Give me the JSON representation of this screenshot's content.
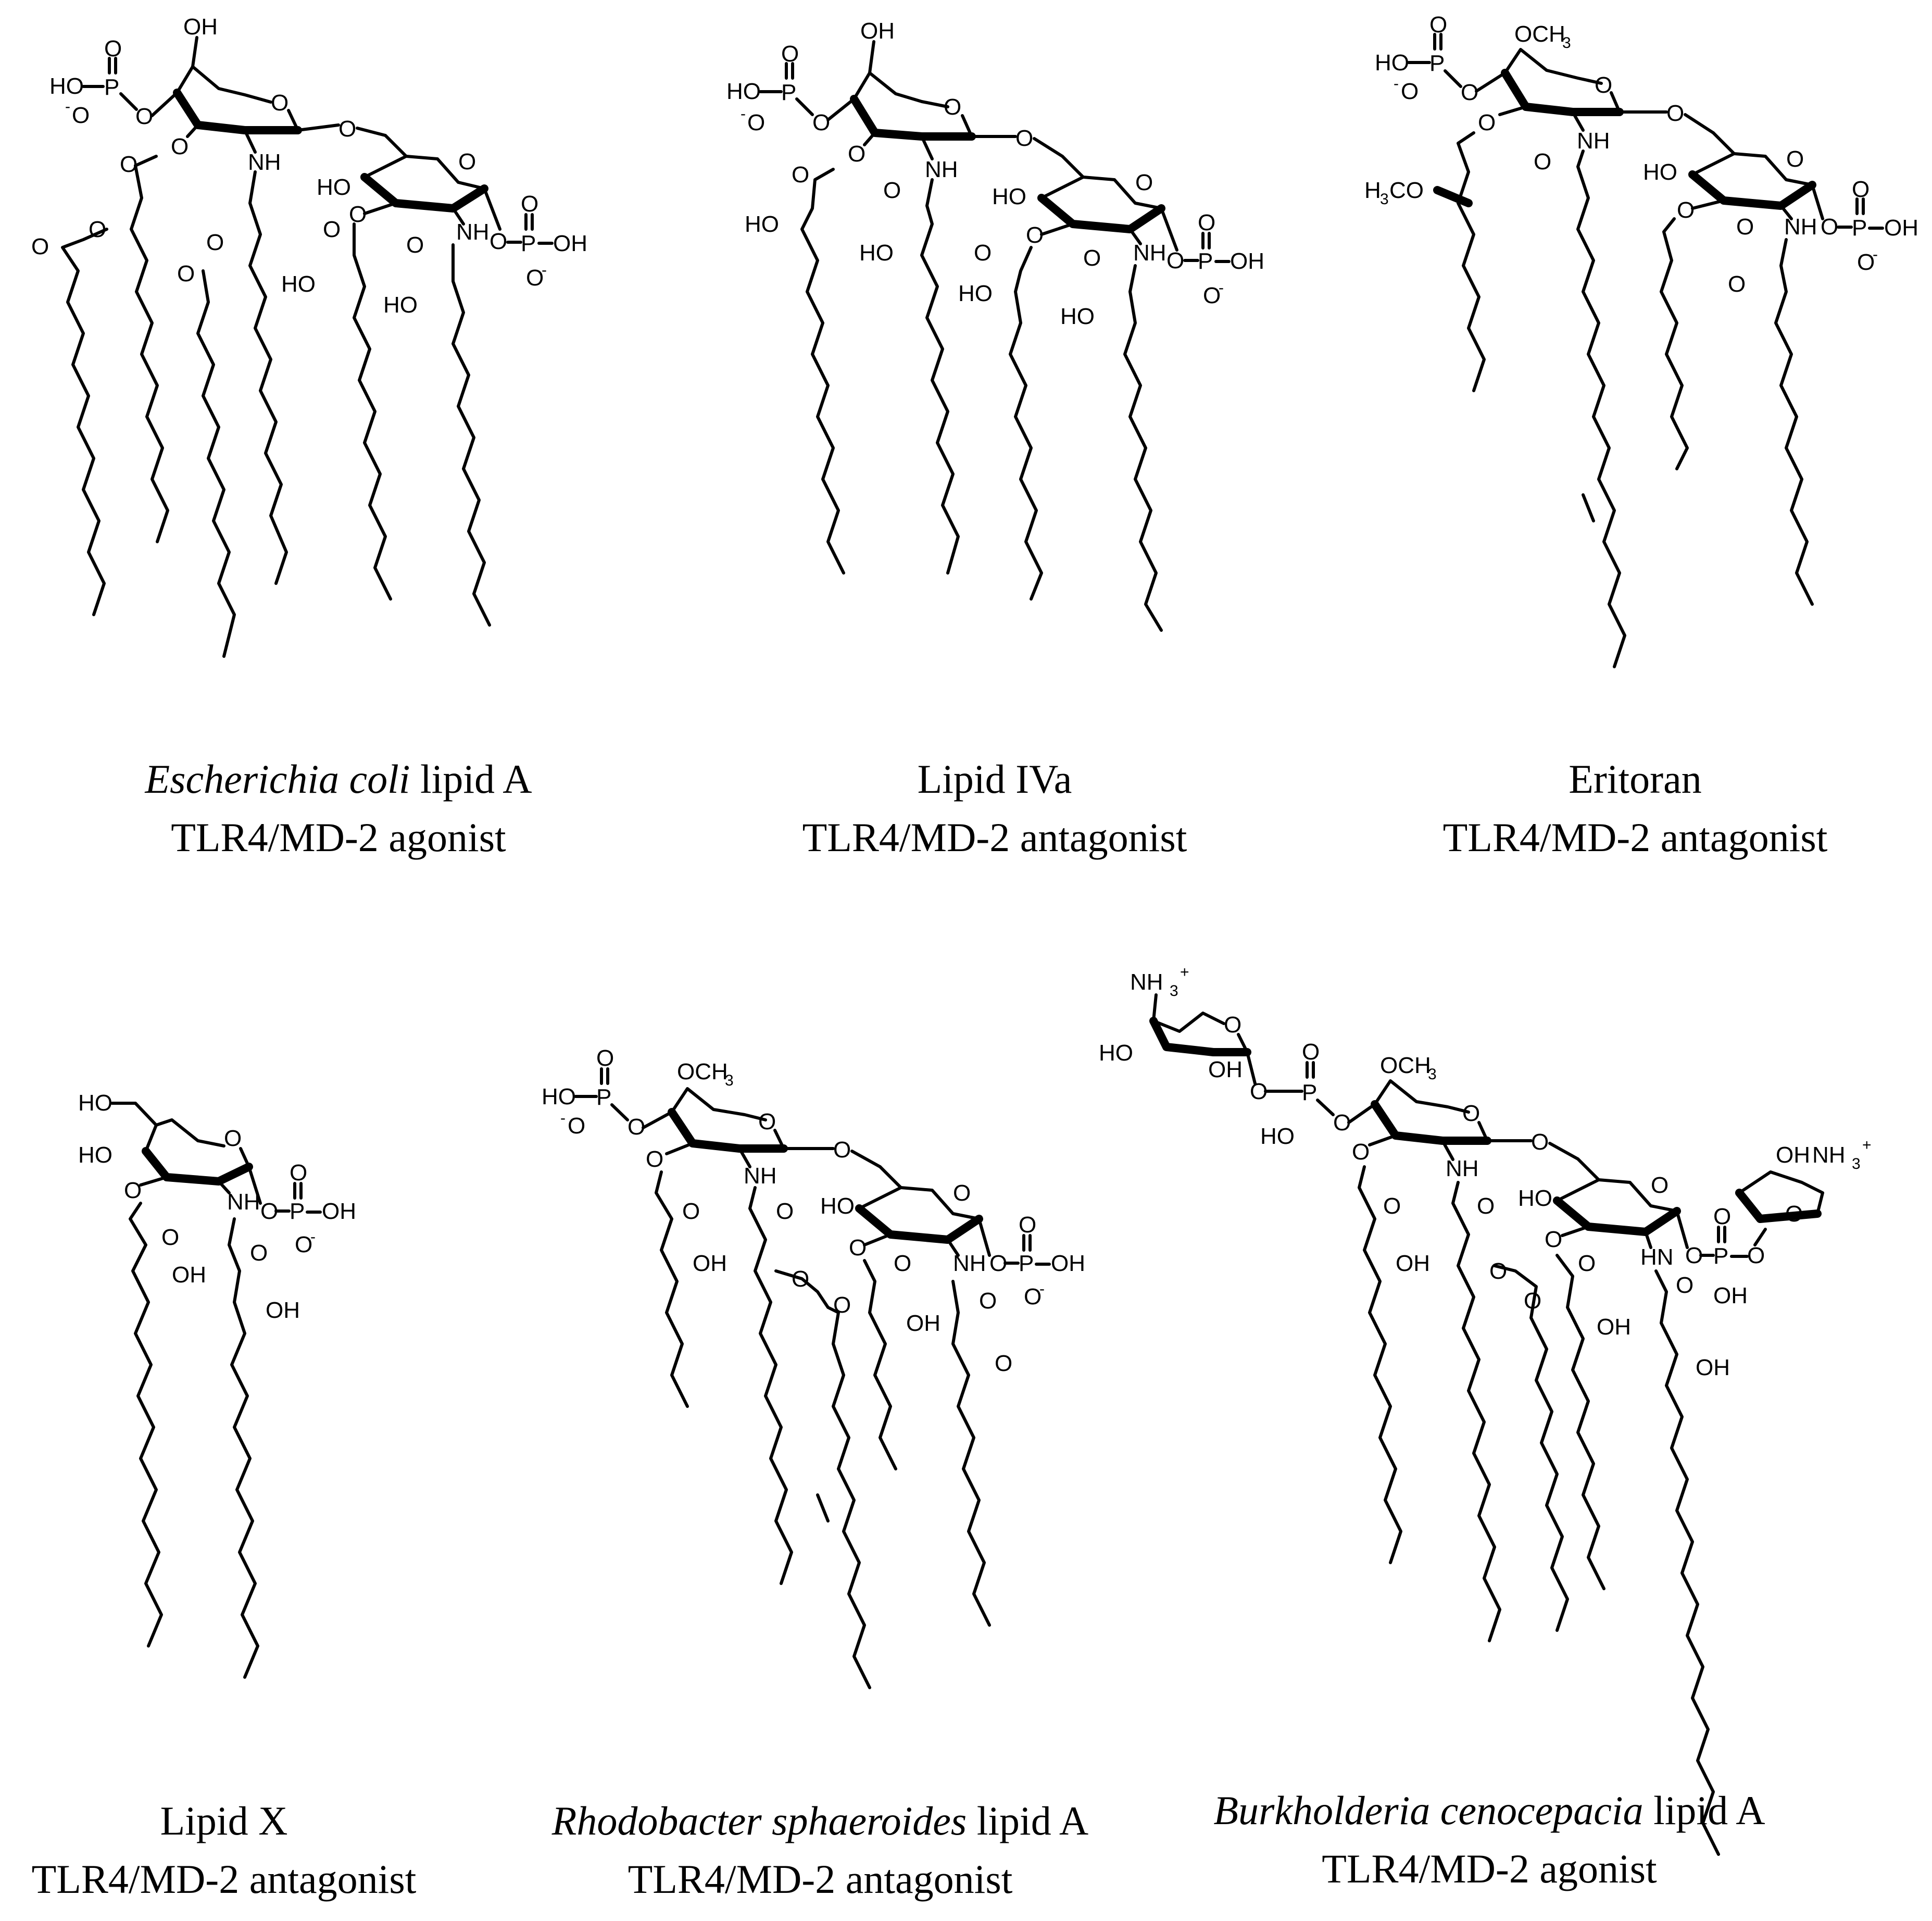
{
  "compounds": [
    {
      "name_italic": "Escherichia coli",
      "name_plain": " lipid A",
      "activity": "TLR4/MD-2 agonist"
    },
    {
      "name_italic": "",
      "name_plain": "Lipid IVa",
      "activity": "TLR4/MD-2 antagonist"
    },
    {
      "name_italic": "",
      "name_plain": "Eritoran",
      "activity": "TLR4/MD-2 antagonist"
    },
    {
      "name_italic": "",
      "name_plain": "Lipid X",
      "activity": "TLR4/MD-2 antagonist"
    },
    {
      "name_italic": "Rhodobacter sphaeroides",
      "name_plain": " lipid A",
      "activity": "TLR4/MD-2 antagonist"
    },
    {
      "name_italic": "Burkholderia cenocepacia",
      "name_plain": " lipid A",
      "activity": "TLR4/MD-2 agonist"
    }
  ],
  "atom_labels": {
    "ho": "HO",
    "oh": "OH",
    "o": "O",
    "p": "P",
    "nh": "NH",
    "hn": "HN",
    "o_minus": "O",
    "minus": "-",
    "och3": "OCH",
    "three": "3",
    "h3co_h": "H",
    "h3co_rest": "CO",
    "nh3": "NH",
    "plus": "+"
  }
}
